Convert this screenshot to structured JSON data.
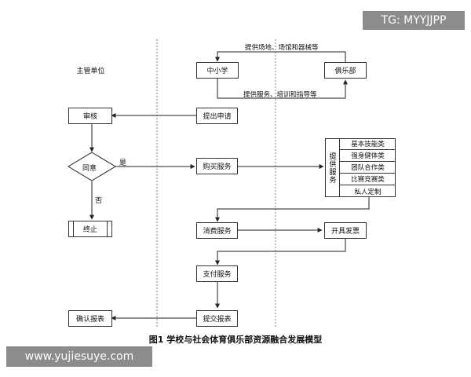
{
  "watermark_tg": "TG: MYYJJPP",
  "watermark_site": "www.yujiesuye.com",
  "caption": "图1  学校与社会体育俱乐部资源融合发展模型",
  "nodes": {
    "supervisor": "主管单位",
    "school": "中小学",
    "club": "俱乐部",
    "review": "审核",
    "apply": "提出申请",
    "agree": "同意",
    "buy": "购买服务",
    "terminate": "终止",
    "consume": "消费服务",
    "invoice": "开具发票",
    "pay": "支付服务",
    "submit": "提交报表",
    "confirm": "确认报表"
  },
  "edge_labels": {
    "club_to_school": "提供场地、场馆和器械等",
    "school_to_club": "提供服务、培训和指导等",
    "yes": "是",
    "no": "否"
  },
  "services": {
    "title": "提供服务",
    "items": [
      "基本技能类",
      "强身健体类",
      "团队合作类",
      "比赛竞赛类",
      "私人定制"
    ]
  }
}
